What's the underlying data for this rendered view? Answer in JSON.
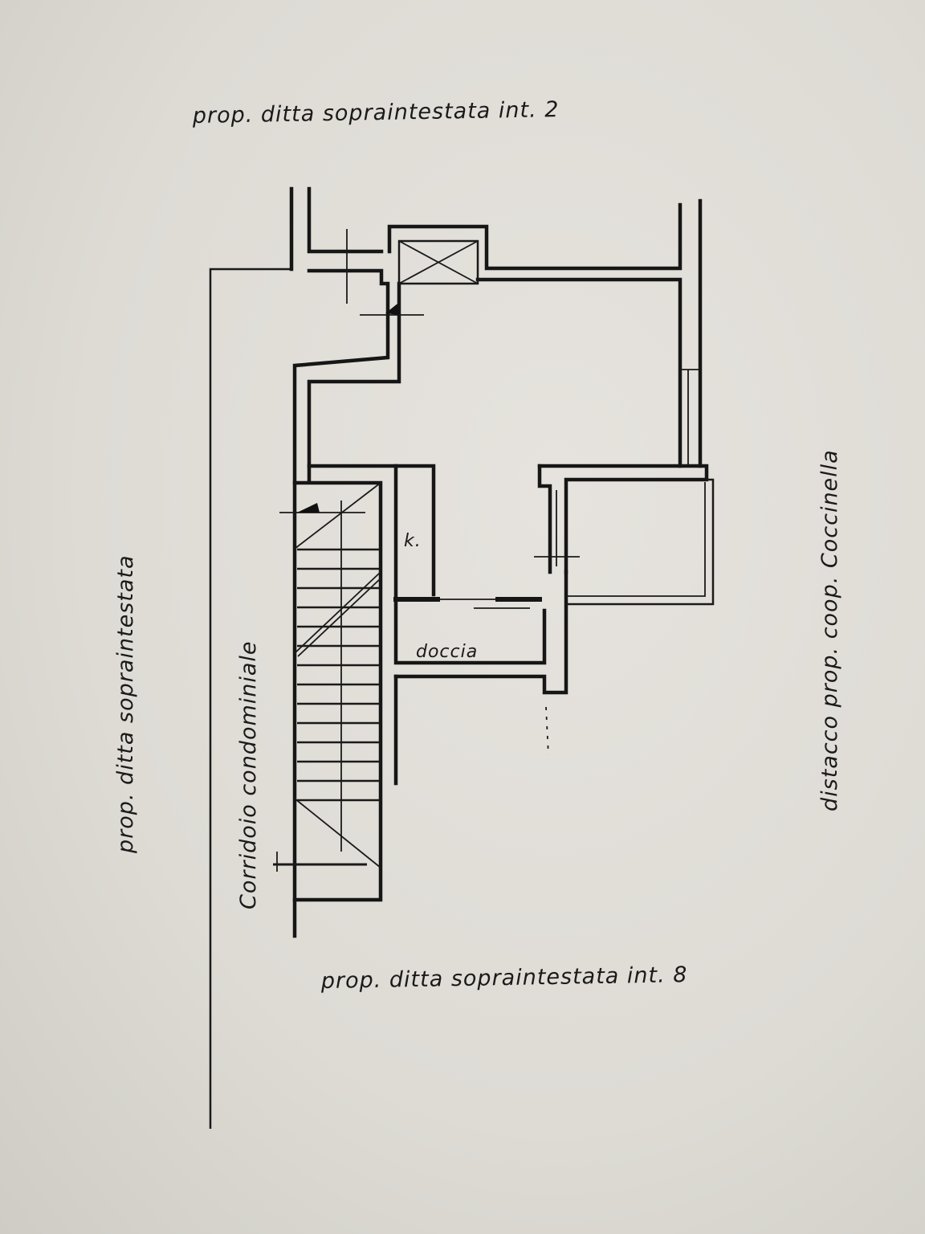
{
  "labels": {
    "top": "prop. ditta sopraintestata int. 2",
    "bottom": "prop. ditta sopraintestata int. 8",
    "left": "prop.      ditta      sopraintestata",
    "corridor": "Corridoio      condominiale",
    "right": "distacco    prop.    coop.    Coccinella",
    "kitchen": "k.",
    "shower": "doccia"
  }
}
